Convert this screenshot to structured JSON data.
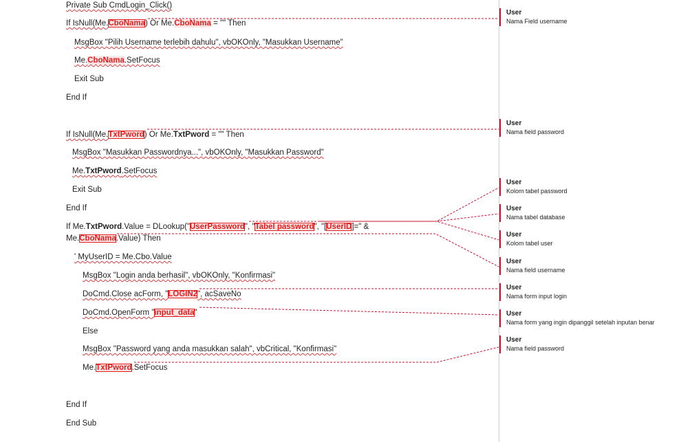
{
  "code_lines": {
    "l1": "Private Sub CmdLogin_Click()",
    "l2a": "If IsNull(Me.",
    "l2b": "CboNama",
    "l2c": ") Or Me.",
    "l2d": "CboNama",
    "l2e": " = \"\" Then",
    "l3": "MsgBox \"Pilih Username terlebih dahulu\", vbOKOnly, \"Masukkan Username\"",
    "l4a": "Me.",
    "l4b": "CboNama",
    "l4c": ".SetFocus",
    "l5": "Exit Sub",
    "l6": "End If",
    "l7a": "If IsNull(Me.",
    "l7b": "TxtPword",
    "l7c": ") Or Me.",
    "l7d": "TxtPword",
    "l7e": " = \"\" Then",
    "l8": "MsgBox \"Masukkan Passwordnya...\", vbOKOnly, \"Masukkan Password\"",
    "l9a": "Me.",
    "l9b": "TxtPword",
    "l9c": ".SetFocus",
    "l10": "Exit Sub",
    "l11": "End If",
    "l12a": "If Me.",
    "l12b": "TxtPword",
    "l12c": ".Value = DLookup(\"",
    "l12d": "UserPassword",
    "l12e": "\", \"",
    "l12f": "Tabel password",
    "l12g": "\", \"[",
    "l12h": "UserID",
    "l12i": "]=\" &",
    "l13a": "Me.",
    "l13b": "CboNama",
    "l13c": ".Value) Then",
    "l14": "' MyUserID = Me.Cbo.Value",
    "l15": "MsgBox \"Login anda berhasil\", vbOKOnly, \"Konfirmasi\"",
    "l16a": "DoCmd.Close acForm, \"",
    "l16b": "LOGIN2",
    "l16c": "\", acSaveNo",
    "l17a": "DoCmd.OpenForm \"",
    "l17b": "input_data",
    "l17c": "\"",
    "l18": "Else",
    "l19": "MsgBox \"Password yang anda masukkan salah\", vbCritical, \"Konfirmasi\"",
    "l20a": "Me.",
    "l20b": "TxtPword",
    "l20c": ".SetFocus",
    "l21": "End If",
    "l22": "End Sub"
  },
  "comments": [
    {
      "author": "User",
      "text": "Nama Field username"
    },
    {
      "author": "User",
      "text": "Nama field password"
    },
    {
      "author": "User",
      "text": "Kolom tabel password"
    },
    {
      "author": "User",
      "text": "Nama tabel database"
    },
    {
      "author": "User",
      "text": "Kolom tabel user"
    },
    {
      "author": "User",
      "text": "Nama field username"
    },
    {
      "author": "User",
      "text": "Nama form input login"
    },
    {
      "author": "User",
      "text": "Nama form yang ingin dipanggil setelah inputan benar"
    },
    {
      "author": "User",
      "text": "Nama field password"
    }
  ],
  "colors": {
    "comment_accent": "#c8102e",
    "highlight_text": "#e02020",
    "highlight_bg": "#fde2e2"
  }
}
